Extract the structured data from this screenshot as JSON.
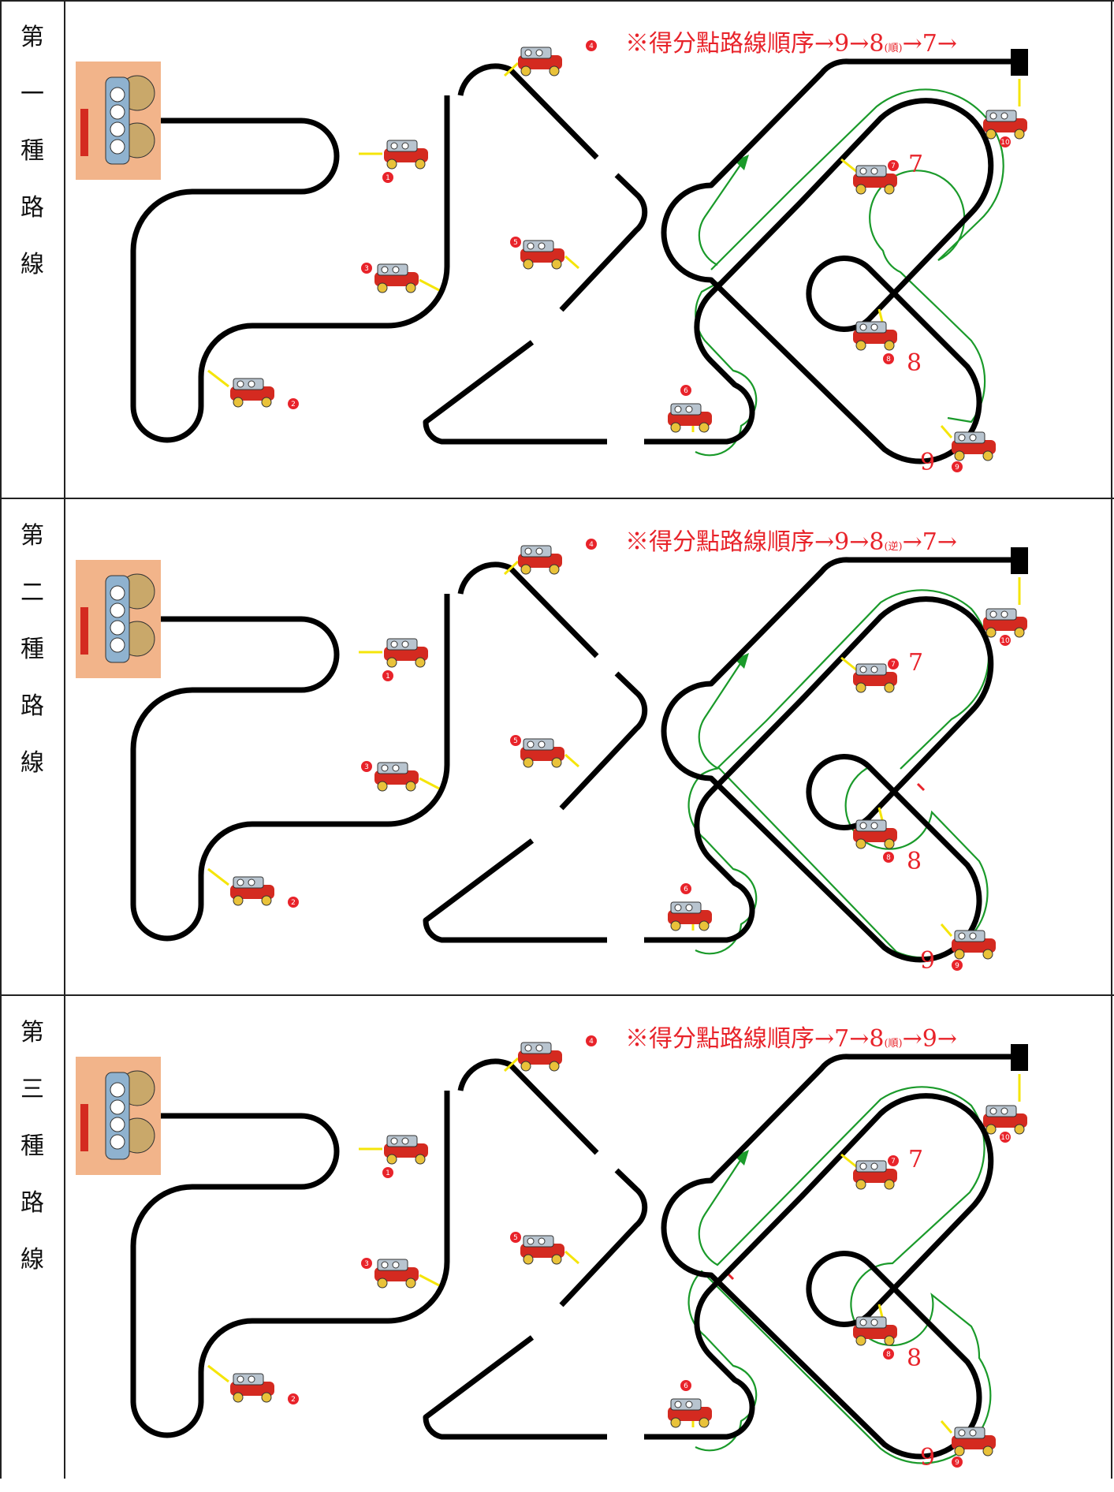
{
  "rows": [
    {
      "label": [
        "第",
        "一",
        "種",
        "路",
        "線"
      ],
      "order": {
        "prefix": "※得分點路線順序→",
        "a": "9",
        "arrow1": "→",
        "b": "8",
        "dir": "(順)",
        "arrow2": "→",
        "c": "7",
        "arrow3": "→"
      },
      "variant": 1
    },
    {
      "label": [
        "第",
        "二",
        "種",
        "路",
        "線"
      ],
      "order": {
        "prefix": "※得分點路線順序→",
        "a": "9",
        "arrow1": "→",
        "b": "8",
        "dir": "(逆)",
        "arrow2": "→",
        "c": "7",
        "arrow3": "→"
      },
      "variant": 2
    },
    {
      "label": [
        "第",
        "三",
        "種",
        "路",
        "線"
      ],
      "order": {
        "prefix": "※得分點路線順序→",
        "a": "7",
        "arrow1": "→",
        "b": "8",
        "dir": "(順)",
        "arrow2": "→",
        "c": "9",
        "arrow3": "→"
      },
      "variant": 3
    }
  ],
  "checkpoint_numbers": [
    "1",
    "2",
    "3",
    "4",
    "5",
    "6",
    "7",
    "8",
    "9",
    "10"
  ],
  "big_labels": {
    "seven": "7",
    "eight": "8",
    "nine": "9"
  },
  "colors": {
    "track": "#000000",
    "route": "#1a9a2a",
    "marker_line": "#f5e50a",
    "accent": "#e8232a",
    "sticker_bg": "#f2b48a",
    "car_body": "#d42a20"
  },
  "icons": [
    "start-sticker-icon",
    "robot-car-icon",
    "finish-block-icon",
    "route-arrow-icon"
  ]
}
